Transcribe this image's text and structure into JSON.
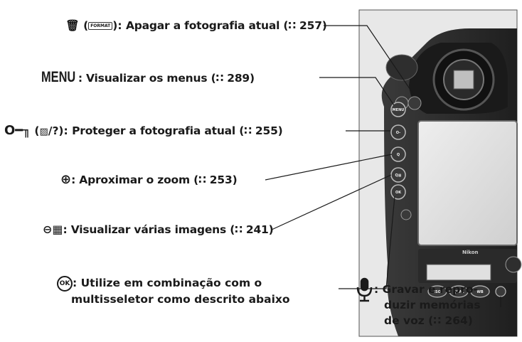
{
  "labels": {
    "delete": {
      "prefix": "(",
      "suffix": "):",
      "text": "Apagar a fotografia atual (∷ 257)"
    },
    "menu": {
      "key": "MENU",
      "text": ": Visualizar os menus (∷ 289)"
    },
    "protect": {
      "prefix": "(",
      "middle": "/?):",
      "text": "Proteger a fotografia atual (∷ 255)"
    },
    "zoom_in": {
      "text": ": Aproximar o zoom (∷ 253)"
    },
    "thumbnails": {
      "text": ": Visualizar várias imagens (∷ 241)"
    },
    "ok": {
      "line1": ": Utilize em combinação com o",
      "line2": "multisseletor como descrito abaixo"
    },
    "voice": {
      "line1": ": Gravar e repro-",
      "line2": "duzir memórias",
      "line3": "de voz (∷ 264)"
    }
  },
  "camera": {
    "brand": "Nikon",
    "buttons": [
      "MENU",
      "O→",
      "Q",
      "Q▦",
      "OK"
    ],
    "bottom_buttons": [
      "ISO",
      "QUAL",
      "WB"
    ]
  },
  "colors": {
    "text": "#1a1a1a",
    "camera_body": "#2b2b2b",
    "camera_panel": "#e6e6e6"
  }
}
